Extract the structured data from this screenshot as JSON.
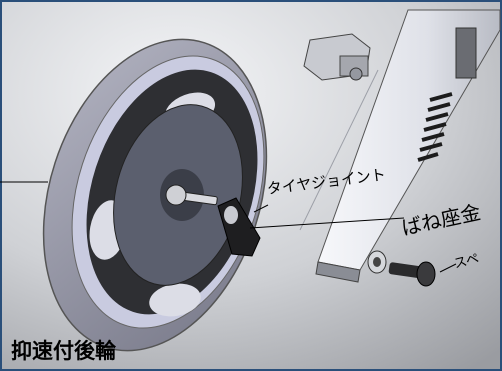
{
  "labels": {
    "tire_joint": "タイヤジョイント",
    "spring_washer": "ばね座金",
    "spacer": "スペ",
    "title": "抑速付後輪"
  },
  "colors": {
    "background_light": "#f4f5f7",
    "background_dark": "#9a9ca1",
    "tire": "#8e8fa0",
    "rim": "#c9cbe0",
    "hub_dark": "#2e2f33",
    "frame": "#e4e6ec",
    "frame_border": "#555555",
    "frame_top_border": "#2a4f7a",
    "leader_line": "#000000"
  },
  "icons": [
    "rear-wheel",
    "tire-joint-part",
    "spring-washer-part",
    "bolt-part",
    "frame-arm",
    "bracket-part",
    "spring-coil"
  ]
}
